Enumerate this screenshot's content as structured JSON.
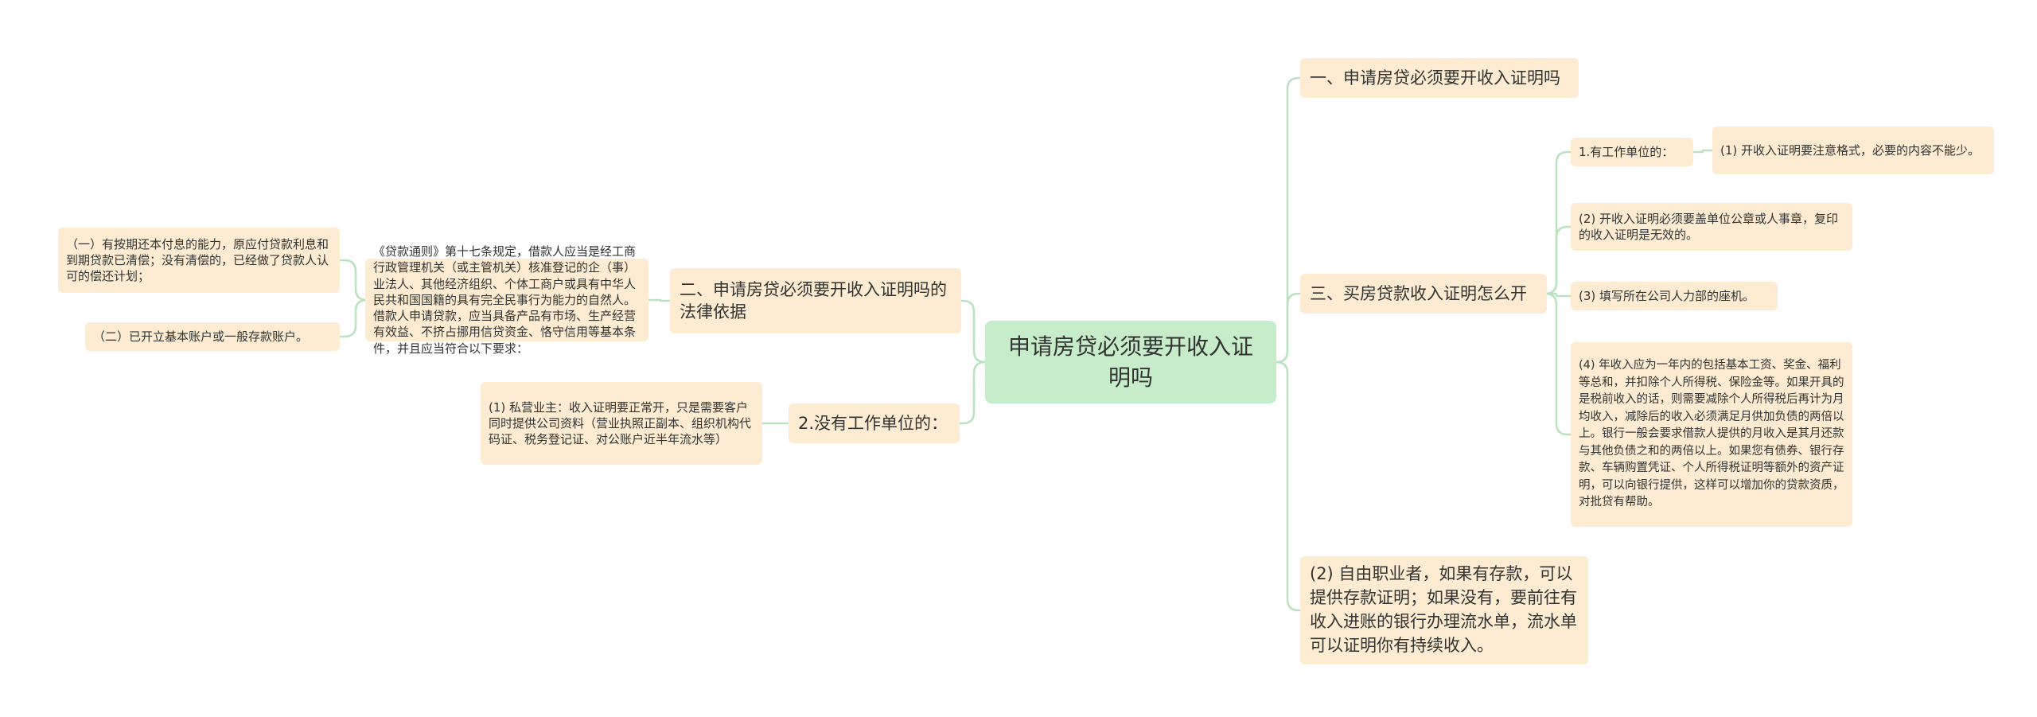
{
  "root": {
    "title": "申请房贷必须要开收入证明吗"
  },
  "right": {
    "branch1": {
      "label": "一、申请房贷必须要开收入证明吗"
    },
    "branch3": {
      "label": "三、买房贷款收入证明怎么开",
      "job_label": "1.有工作单位的：",
      "item1": "(1) 开收入证明要注意格式，必要的内容不能少。",
      "item2": "(2) 开收入证明必须要盖单位公章或人事章，复印的收入证明是无效的。",
      "item3": "(3) 填写所在公司人力部的座机。",
      "item4": "(4) 年收入应为一年内的包括基本工资、奖金、福利等总和，并扣除个人所得税、保险金等。如果开具的是税前收入的话，则需要减除个人所得税后再计为月均收入，减除后的收入必须满足月供加负债的两倍以上。银行一般会要求借款人提供的月收入是其月还款与其他负债之和的两倍以上。如果您有债券、银行存款、车辆购置凭证、个人所得税证明等额外的资产证明，可以向银行提供，这样可以增加你的贷款资质，对批贷有帮助。"
    },
    "freelance": {
      "label": "(2) 自由职业者，如果有存款，可以提供存款证明；如果没有，要前往有收入进账的银行办理流水单，流水单可以证明你有持续收入。"
    }
  },
  "left": {
    "branch2": {
      "label": "二、申请房贷必须要开收入证明吗的法律依据",
      "rule": "《贷款通则》第十七条规定，借款人应当是经工商行政管理机关（或主管机关）核准登记的企（事）业法人、其他经济组织、个体工商户或具有中华人民共和国国籍的具有完全民事行为能力的自然人。借款人申请贷款，应当具备产品有市场、生产经营有效益、不挤占挪用信贷资金、恪守信用等基本条件，并且应当符合以下要求：",
      "req1": "（一）有按期还本付息的能力，原应付贷款利息和到期贷款已清偿；没有清偿的，已经做了贷款人认可的偿还计划；",
      "req2": "（二）已开立基本账户或一般存款账户。"
    },
    "nojob": {
      "label": "2.没有工作单位的：",
      "item": "(1) 私营业主：收入证明要正常开，只是需要客户同时提供公司资料（营业执照正副本、组织机构代码证、税务登记证、对公账户近半年流水等）"
    }
  },
  "colors": {
    "link": "#b9e3c0",
    "node": "#fdebd2",
    "root": "#c7ecca"
  }
}
